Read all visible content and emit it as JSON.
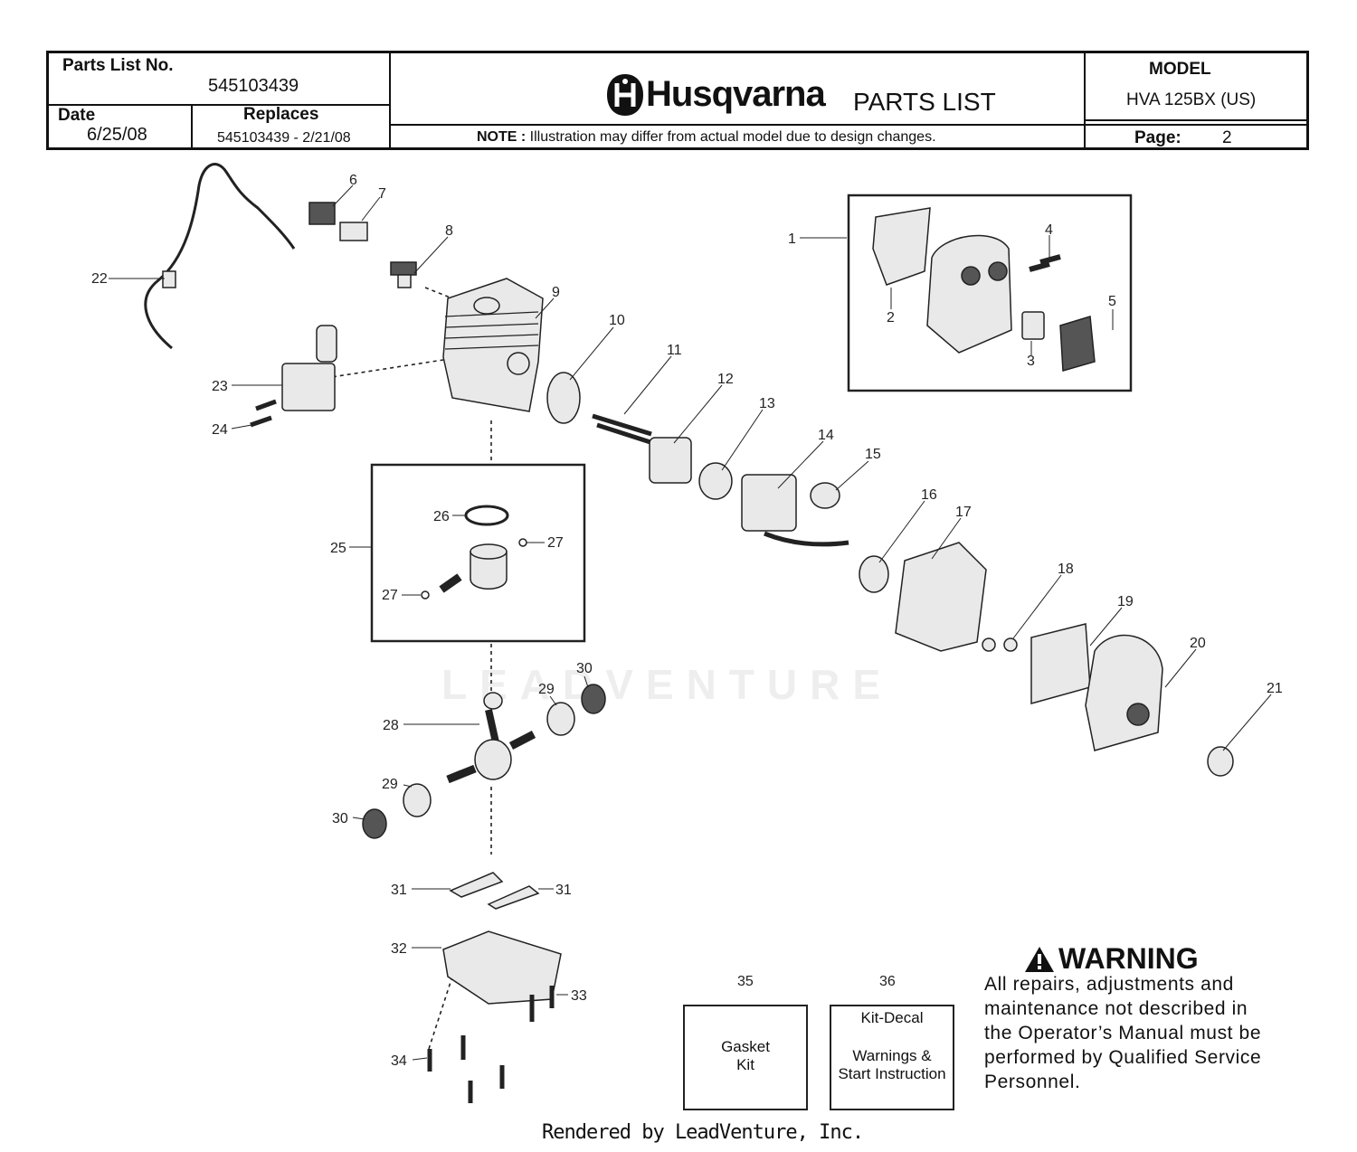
{
  "header": {
    "parts_list_label": "Parts List No.",
    "parts_list_number": "545103439",
    "date_label": "Date",
    "date_value": "6/25/08",
    "replaces_label": "Replaces",
    "replaces_value": "545103439 - 2/21/08",
    "brand": "Husqvarna",
    "doc_title": "PARTS LIST",
    "note_label": "NOTE :",
    "note_text": "Illustration may differ from actual model due to design changes.",
    "model_label": "MODEL",
    "model_value": "HVA 125BX (US)",
    "page_label": "Page:",
    "page_value": "2"
  },
  "callouts": [
    "1",
    "2",
    "3",
    "4",
    "5",
    "6",
    "7",
    "8",
    "9",
    "10",
    "11",
    "12",
    "13",
    "14",
    "15",
    "16",
    "17",
    "18",
    "19",
    "20",
    "21",
    "22",
    "23",
    "24",
    "25",
    "26",
    "27",
    "27",
    "28",
    "29",
    "29",
    "30",
    "30",
    "31",
    "31",
    "32",
    "33",
    "34",
    "35",
    "36"
  ],
  "kits": [
    {
      "number": "35",
      "line1": "Gasket",
      "line2": "Kit"
    },
    {
      "number": "36",
      "title": "Kit-Decal",
      "line1": "Warnings &",
      "line2": "Start Instruction"
    }
  ],
  "warning": {
    "title": "WARNING",
    "text_lines": [
      "All repairs, adjustments and",
      "maintenance not described in",
      "the Operator’s Manual must be",
      "performed by Qualified Service",
      "Personnel."
    ]
  },
  "watermark": "LEADVENTURE",
  "footer": "Rendered by LeadVenture, Inc."
}
